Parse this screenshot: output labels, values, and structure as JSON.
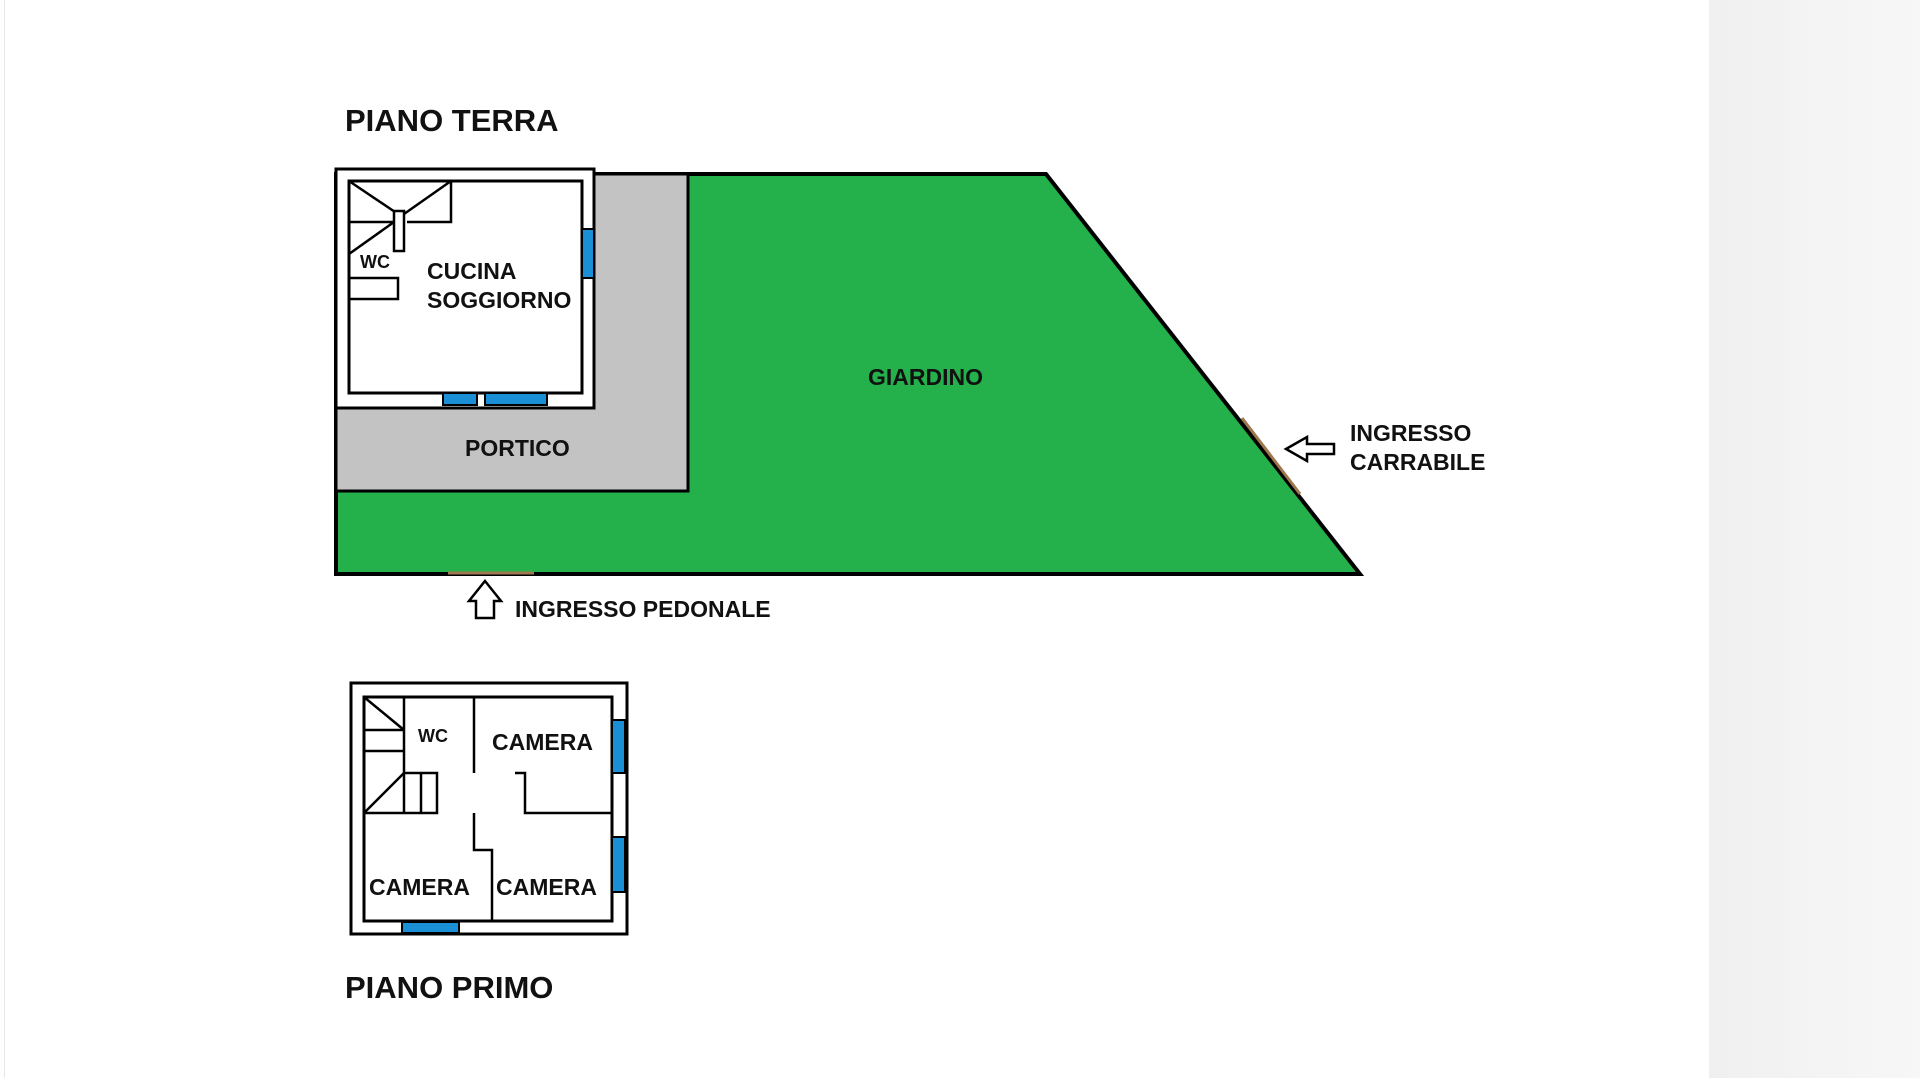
{
  "colors": {
    "garden": "#24B04B",
    "portico": "#C3C3C3",
    "window": "#1A8FD6",
    "wall": "#000000",
    "page_background": "#FFFFFF",
    "side_panel": "#F2F2F2"
  },
  "ground_floor": {
    "title": "PIANO TERRA",
    "rooms": {
      "wc": "WC",
      "kitchen_line1": "CUCINA",
      "kitchen_line2": "SOGGIORNO",
      "portico": "PORTICO",
      "garden": "GIARDINO"
    },
    "entrances": {
      "vehicle_line1": "INGRESSO",
      "vehicle_line2": "CARRABILE",
      "pedestrian": "INGRESSO PEDONALE"
    }
  },
  "first_floor": {
    "title": "PIANO PRIMO",
    "rooms": {
      "wc": "WC",
      "bedroom_top": "CAMERA",
      "bedroom_bottom_left": "CAMERA",
      "bedroom_bottom_right": "CAMERA"
    }
  }
}
